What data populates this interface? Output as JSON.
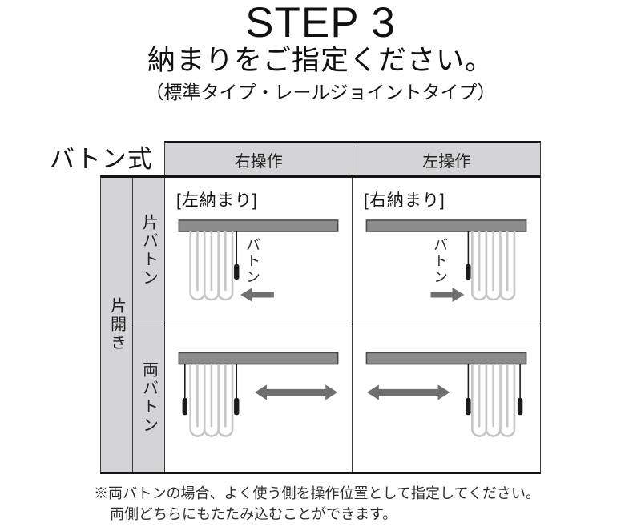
{
  "header": {
    "step": "STEP 3",
    "instruction": "納まりをご指定ください。",
    "type_note": "（標準タイプ・レールジョイントタイプ）"
  },
  "table": {
    "side_label": "バトン式",
    "col_headers": [
      "右操作",
      "左操作"
    ],
    "row_group_label": "片開き",
    "row_labels": [
      "片バトン",
      "両バトン"
    ],
    "cells": [
      {
        "operation": "右操作",
        "row": "片バトン",
        "fit_label": "[左納まり]",
        "baton_label": "バトン",
        "curtain_side": "left",
        "batons": 1,
        "arrow": "left"
      },
      {
        "operation": "左操作",
        "row": "片バトン",
        "fit_label": "[右納まり]",
        "baton_label": "バトン",
        "curtain_side": "right",
        "batons": 1,
        "arrow": "right"
      },
      {
        "operation": "右操作",
        "row": "両バトン",
        "curtain_side": "left",
        "batons": 2,
        "arrow": "double"
      },
      {
        "operation": "左操作",
        "row": "両バトン",
        "curtain_side": "right",
        "batons": 2,
        "arrow": "double"
      }
    ]
  },
  "footer": {
    "line1": "※両バトンの場合、よく使う側を操作位置として指定してください。",
    "line2": "両側どちらにもたたみ込むことができます。"
  },
  "colors": {
    "cell_bg": "#d4d4d6",
    "rail": "#8c8c8c",
    "rail_border": "#4a4a4a",
    "curtain": "#c5c5c5",
    "baton": "#1c1c1c",
    "arrow": "#6f6f6f",
    "border_thick": "#141414",
    "border_thin": "#3a3a3a"
  }
}
